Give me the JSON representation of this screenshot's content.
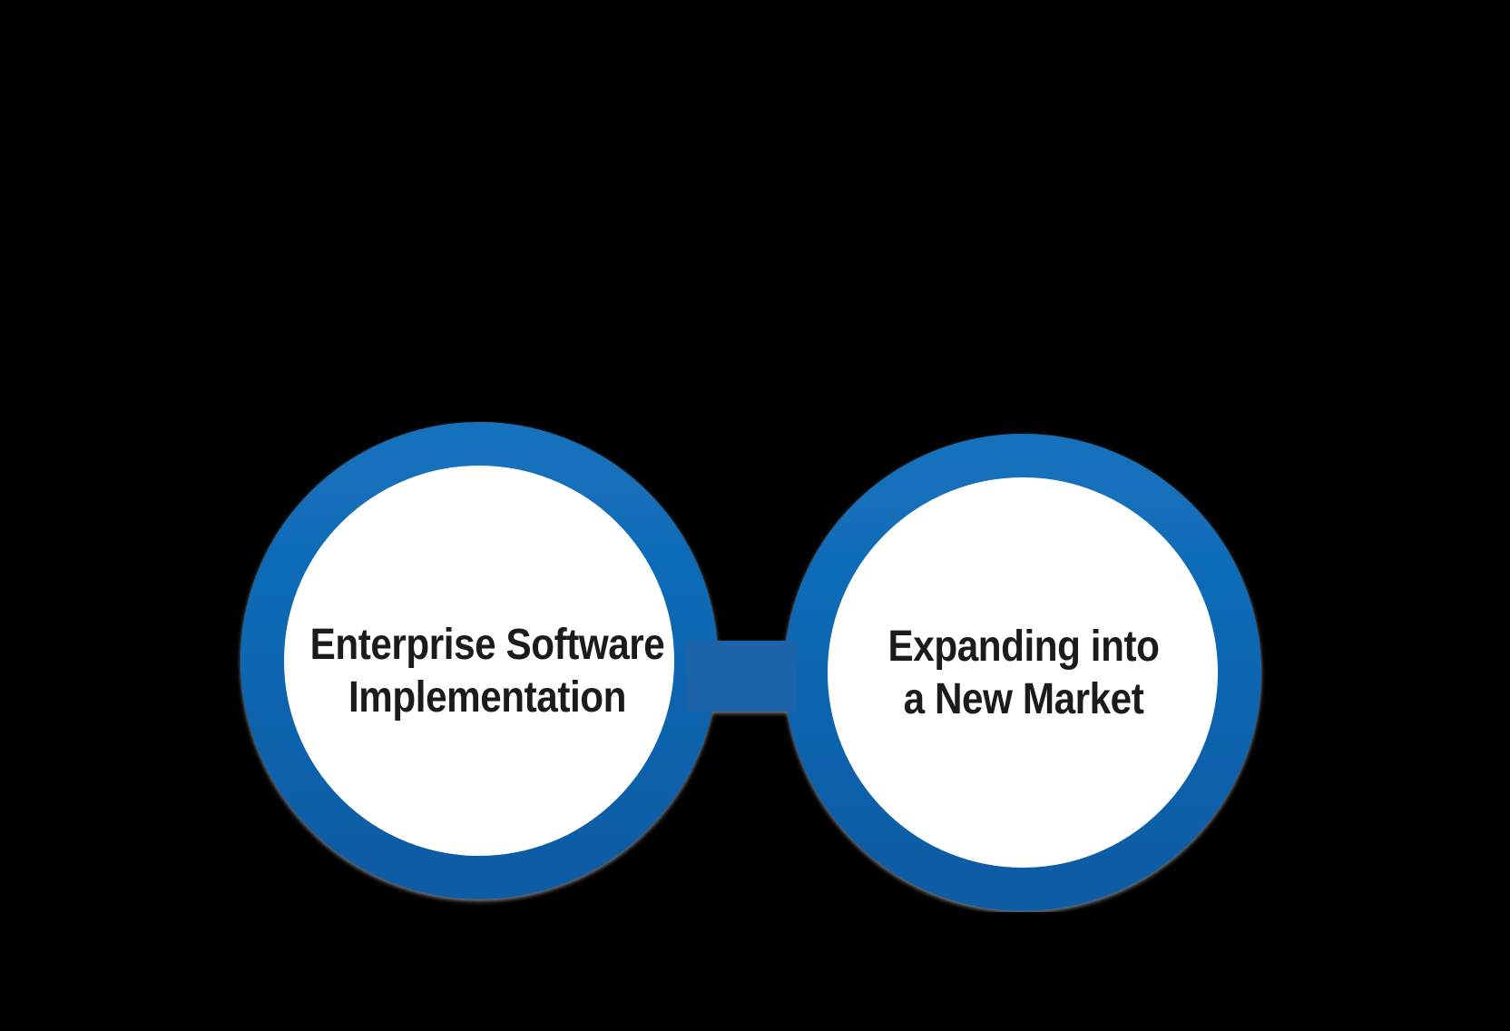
{
  "canvas": {
    "background_color": "#000000"
  },
  "diagram": {
    "type": "two-circle comparison",
    "ring_gradient_top": "#1371bd",
    "ring_gradient_bottom": "#0b5ba4",
    "connector_color": "#1d63a9",
    "circle_fill": "#ffffff",
    "label_color": "#1b1b1b",
    "left_circle": {
      "label": "Enterprise Software Implementation",
      "line1": "Enterprise Software",
      "line2": "Implementation"
    },
    "right_circle": {
      "label": "Expanding into a New Market",
      "line1": "Expanding into",
      "line2": "a New Market"
    }
  }
}
